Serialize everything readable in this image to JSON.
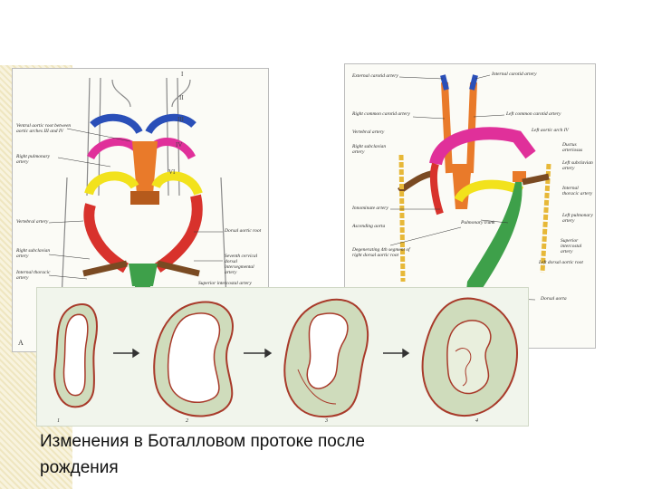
{
  "slide": {
    "caption": "Изменения в Боталловом протоке после рождения"
  },
  "colors": {
    "aortic_sac": "#e97a2a",
    "arch_III": "#2a4fb8",
    "arch_IV": "#e0309a",
    "arch_VI": "#f2e21c",
    "dorsal_aorta": "#d8322c",
    "subclavian": "#7a4a22",
    "vertebral": "#e7b838",
    "aorta_descending": "#3ea04a",
    "duct_wall": "#a83a2a",
    "duct_tissue": "#c9d8b8"
  },
  "left_diagram": {
    "panel_letter": "A",
    "roman_numerals": [
      "I",
      "II",
      "III",
      "IV",
      "VI"
    ],
    "labels": {
      "ventral_aortic_root": "Ventral aortic root between aortic arches III and IV",
      "right_pulmonary_artery": "Right pulmonary artery",
      "vertebral_artery": "Vertebral artery",
      "right_subclavian_artery": "Right subclavian artery",
      "internal_thoracic_artery": "Internal thoracic artery",
      "dorsal_aortic_root": "Dorsal aortic root",
      "seventh_cervical": "Seventh cervical dorsal intersegmental artery",
      "superior_intercostal": "Superior intercostal artery"
    }
  },
  "right_diagram": {
    "labels": {
      "external_carotid": "External carotid artery",
      "internal_carotid": "Internal carotid artery",
      "right_common_carotid": "Right common carotid artery",
      "left_common_carotid": "Left common carotid artery",
      "left_aortic_arch": "Left aortic arch IV",
      "vertebral_artery": "Vertebral artery",
      "right_subclavian": "Right subclavian artery",
      "ductus_arteriosus": "Ductus arteriosus",
      "left_subclavian": "Left subclavian artery",
      "internal_thoracic": "Internal thoracic artery",
      "innominate": "Innominate artery",
      "ascending_aorta": "Ascending aorta",
      "pulmonary_trunk": "Pulmonary trunk",
      "left_pulmonary": "Left pulmonary artery",
      "degenerating_segment": "Degenerating 4th segment of right dorsal aortic root",
      "superior_intercostal": "Superior intercostal artery",
      "left_dorsal_aortic_root": "Left dorsal aortic root",
      "dorsal_aorta": "Dorsal aorta"
    }
  },
  "duct_sections": {
    "stage_labels": [
      "1",
      "2",
      "3",
      "4"
    ]
  }
}
